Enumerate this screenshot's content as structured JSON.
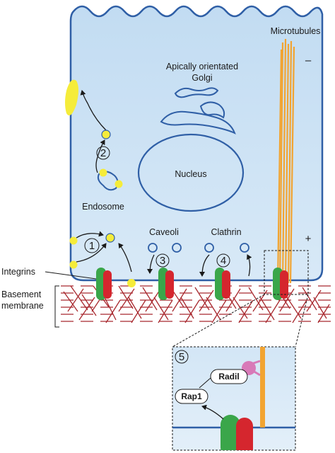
{
  "labels": {
    "microtubules": "Microtubules",
    "minus": "–",
    "plus": "+",
    "golgi_line1": "Apically orientated",
    "golgi_line2": "Golgi",
    "nucleus": "Nucleus",
    "endosome": "Endosome",
    "caveoli": "Caveoli",
    "clathrin": "Clathrin",
    "integrins": "Integrins",
    "basement_line1": "Basement",
    "basement_line2": "membrane",
    "radil": "Radil",
    "rap1": "Rap1"
  },
  "steps": [
    "1",
    "2",
    "3",
    "4",
    "5"
  ],
  "colors": {
    "cell_fill": "#c7dff3",
    "cell_stroke": "#2f5fa6",
    "microtubule": "#f2a431",
    "vesicle": "#f5ec3a",
    "integrin_green": "#3aa64a",
    "integrin_red": "#d5262e",
    "basement_mesh": "#a8282e",
    "radil_pink": "#d87ab8"
  }
}
